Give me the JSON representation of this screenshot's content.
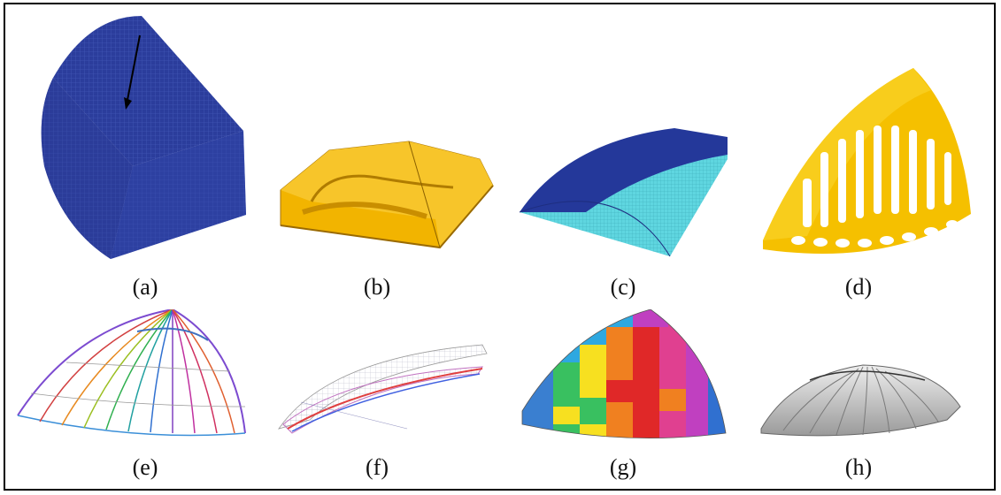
{
  "figure": {
    "panels": [
      {
        "id": "a",
        "label": "(a)",
        "content": "blue meshed quarter-cylinder block with load arrow"
      },
      {
        "id": "b",
        "label": "(b)",
        "content": "orange optimized shell slab"
      },
      {
        "id": "c",
        "label": "(c)",
        "content": "blue quarter dome with cyan meshed base"
      },
      {
        "id": "d",
        "label": "(d)",
        "content": "orange topology-optimized rib pattern"
      },
      {
        "id": "e",
        "label": "(e)",
        "content": "colored rib line frame of quarter dome"
      },
      {
        "id": "f",
        "label": "(f)",
        "content": "wireframe overlapping shells"
      },
      {
        "id": "g",
        "label": "(g)",
        "content": "multicolored segmented quarter dome mesh"
      },
      {
        "id": "h",
        "label": "(h)",
        "content": "grey rendered ribbed shell"
      }
    ],
    "colors": {
      "mesh_blue": "#2a3f9e",
      "mesh_cyan": "#5fd6e0",
      "optimized_orange": "#f5b800",
      "render_grey": "#bdbdbd"
    }
  }
}
